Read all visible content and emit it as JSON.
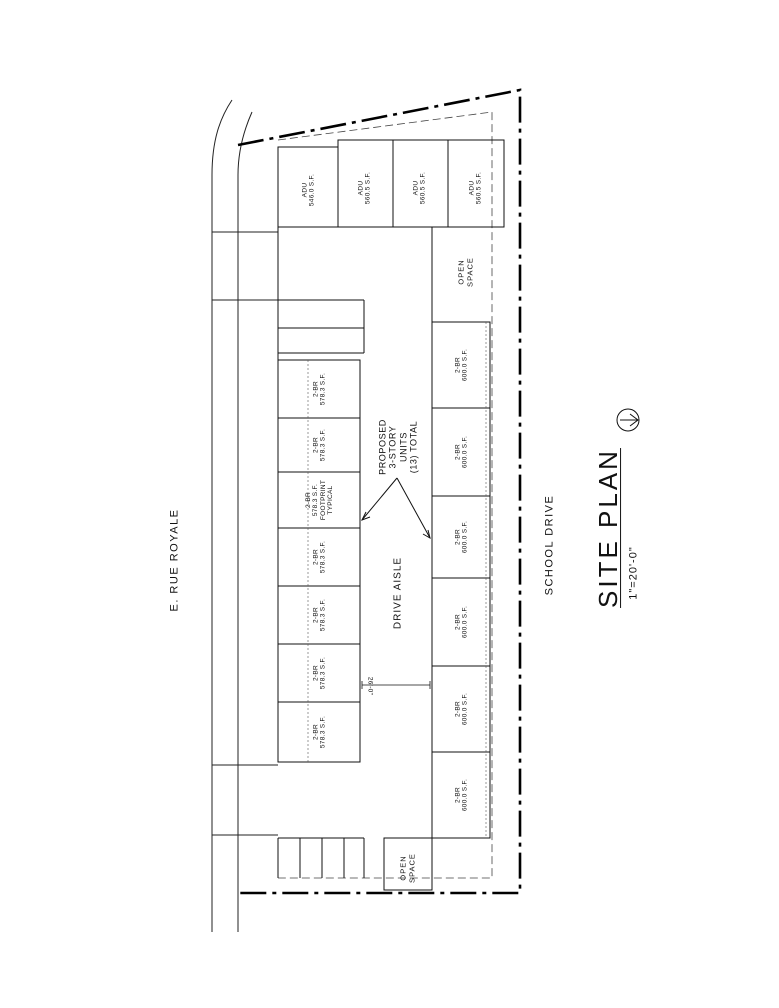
{
  "streets": {
    "north": "E. RUE ROYALE",
    "south": "SCHOOL DRIVE"
  },
  "drive_aisle": "DRIVE AISLE",
  "proposed_note": [
    "PROPOSED",
    "3-STORY",
    "UNITS",
    "(13) TOTAL"
  ],
  "open_space": [
    "OPEN",
    "SPACE"
  ],
  "dimension_note": "26'-0\"",
  "title": "SITE PLAN",
  "scale": "1\"=20'-0\"",
  "north_arrow": "north-arrow-icon",
  "adu_units": [
    {
      "type": "ADU",
      "area": "546.0 S.F."
    },
    {
      "type": "ADU",
      "area": "560.5 S.F."
    },
    {
      "type": "ADU",
      "area": "560.5 S.F."
    },
    {
      "type": "ADU",
      "area": "560.5 S.F."
    }
  ],
  "north_row_units": [
    {
      "type": "2-BR",
      "area": "578.3 S.F."
    },
    {
      "type": "2-BR",
      "area": "578.3 S.F."
    },
    {
      "type": "2-BR",
      "area": "578.3 S.F.",
      "note1": "FOOTPRINT",
      "note2": "TYPICAL"
    },
    {
      "type": "2-BR",
      "area": "578.3 S.F."
    },
    {
      "type": "2-BR",
      "area": "578.3 S.F."
    },
    {
      "type": "2-BR",
      "area": "578.3 S.F."
    },
    {
      "type": "2-BR",
      "area": "578.3 S.F."
    }
  ],
  "south_row_units": [
    {
      "type": "2-BR",
      "area": "600.0 S.F."
    },
    {
      "type": "2-BR",
      "area": "600.0 S.F."
    },
    {
      "type": "2-BR",
      "area": "600.0 S.F."
    },
    {
      "type": "2-BR",
      "area": "600.0 S.F."
    },
    {
      "type": "2-BR",
      "area": "600.0 S.F."
    },
    {
      "type": "2-BR",
      "area": "600.0 S.F."
    }
  ]
}
